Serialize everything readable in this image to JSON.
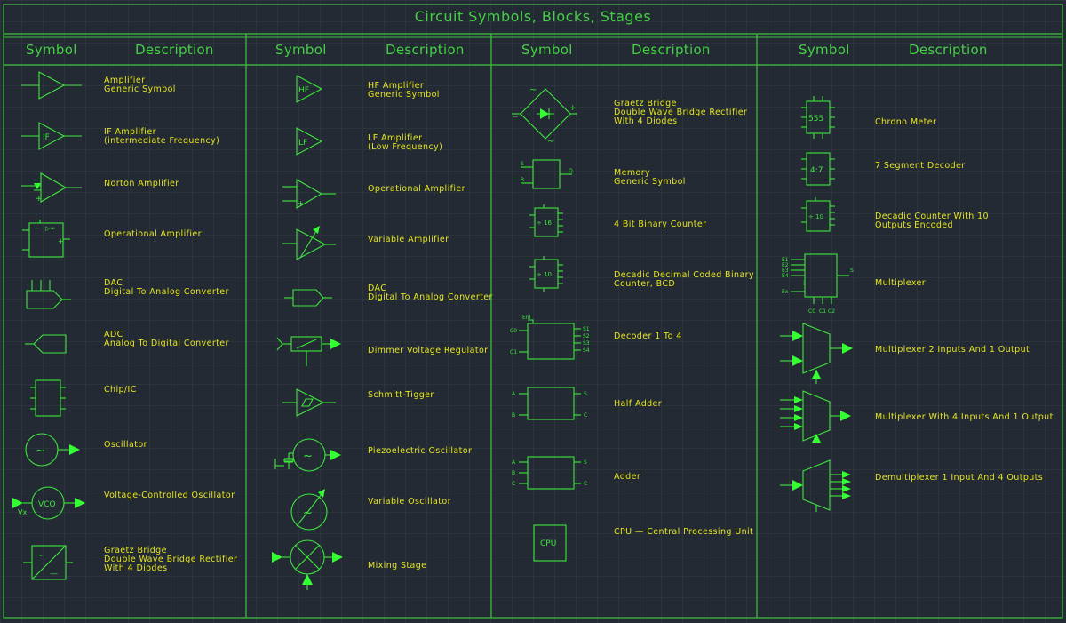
{
  "title": "Circuit Symbols, Blocks, Stages",
  "headers": {
    "symbol": "Symbol",
    "description": "Description"
  },
  "columns": [
    {
      "items": [
        {
          "symbol": "amplifier-icon",
          "description": "Amplifier\nGeneric Symbol"
        },
        {
          "symbol": "if-amplifier-icon",
          "label": "IF",
          "description": "IF Amplifier\n(intermediate Frequency)"
        },
        {
          "symbol": "norton-amplifier-icon",
          "description": "Norton Amplifier"
        },
        {
          "symbol": "operational-amplifier-box-icon",
          "description": "Operational Amplifier"
        },
        {
          "symbol": "dac-icon",
          "description": "DAC\nDigital To Analog Converter"
        },
        {
          "symbol": "adc-icon",
          "description": "ADC\nAnalog To Digital Converter"
        },
        {
          "symbol": "chip-icon",
          "description": "Chip/IC"
        },
        {
          "symbol": "oscillator-icon",
          "label": "~",
          "description": "Oscillator"
        },
        {
          "symbol": "vco-icon",
          "label": "VCO",
          "sublabel": "Vx",
          "description": "Voltage-Controlled Oscillator"
        },
        {
          "symbol": "graetz-bridge-box-icon",
          "label": "~",
          "sublabel": "—",
          "description": "Graetz Bridge\nDouble Wave Bridge Rectifier\nWith 4 Diodes"
        }
      ]
    },
    {
      "items": [
        {
          "symbol": "hf-amplifier-icon",
          "label": "HF",
          "description": "HF Amplifier\nGeneric Symbol"
        },
        {
          "symbol": "lf-amplifier-icon",
          "label": "LF",
          "description": "LF Amplifier\n(Low Frequency)"
        },
        {
          "symbol": "operational-amplifier-icon",
          "description": "Operational Amplifier"
        },
        {
          "symbol": "variable-amplifier-icon",
          "description": "Variable Amplifier"
        },
        {
          "symbol": "dac-small-icon",
          "description": "DAC\nDigital To Analog Converter"
        },
        {
          "symbol": "dimmer-icon",
          "description": "Dimmer Voltage Regulator"
        },
        {
          "symbol": "schmitt-trigger-icon",
          "description": "Schmitt-Tigger"
        },
        {
          "symbol": "piezoelectric-oscillator-icon",
          "label": "~",
          "description": "Piezoelectric Oscillator"
        },
        {
          "symbol": "variable-oscillator-icon",
          "label": "~",
          "description": "Variable Oscillator"
        },
        {
          "symbol": "mixing-stage-icon",
          "description": "Mixing Stage"
        }
      ]
    },
    {
      "items": [
        {
          "symbol": "graetz-bridge-icon",
          "label": "~",
          "description": "Graetz Bridge\nDouble Wave Bridge Rectifier\nWith 4 Diodes"
        },
        {
          "symbol": "memory-icon",
          "pins": [
            "S",
            "R",
            "Q"
          ],
          "description": "Memory\nGeneric Symbol"
        },
        {
          "symbol": "binary-counter-icon",
          "label": "÷ 16",
          "description": "4 Bit Binary Counter"
        },
        {
          "symbol": "bcd-counter-icon",
          "label": "÷ 10",
          "description": "Decadic Decimal Coded Binary\nCounter, BCD"
        },
        {
          "symbol": "decoder-icon",
          "pins": [
            "Enl",
            "C0",
            "C1",
            "S1",
            "S2",
            "S3",
            "S4"
          ],
          "description": "Decoder 1 To 4"
        },
        {
          "symbol": "half-adder-icon",
          "pins": [
            "A",
            "B",
            "S",
            "C"
          ],
          "description": "Half Adder"
        },
        {
          "symbol": "adder-icon",
          "pins": [
            "A",
            "B",
            "C",
            "S",
            "C"
          ],
          "description": "Adder"
        },
        {
          "symbol": "cpu-icon",
          "label": "CPU",
          "description": "CPU — Central Processing Unit"
        }
      ]
    },
    {
      "items": [
        {
          "symbol": "chrono-meter-icon",
          "label": "555",
          "description": "Chrono Meter"
        },
        {
          "symbol": "segment-decoder-icon",
          "label": "4:7",
          "description": "7 Segment Decoder"
        },
        {
          "symbol": "decadic-counter-icon",
          "label": "÷ 10",
          "description": "Decadic Counter With 10\nOutputs Encoded"
        },
        {
          "symbol": "multiplexer-box-icon",
          "pins": [
            "E1",
            "E2",
            "E3",
            "E4",
            "Ex",
            "S",
            "C0",
            "C1",
            "C2"
          ],
          "description": "Multiplexer"
        },
        {
          "symbol": "multiplexer-2-1-icon",
          "description": "Multiplexer 2 Inputs And 1 Output"
        },
        {
          "symbol": "multiplexer-4-1-icon",
          "description": "Multiplexer With 4 Inputs And 1 Output"
        },
        {
          "symbol": "demultiplexer-1-4-icon",
          "description": "Demultiplexer 1 Input And 4 Outputs"
        }
      ]
    }
  ]
}
